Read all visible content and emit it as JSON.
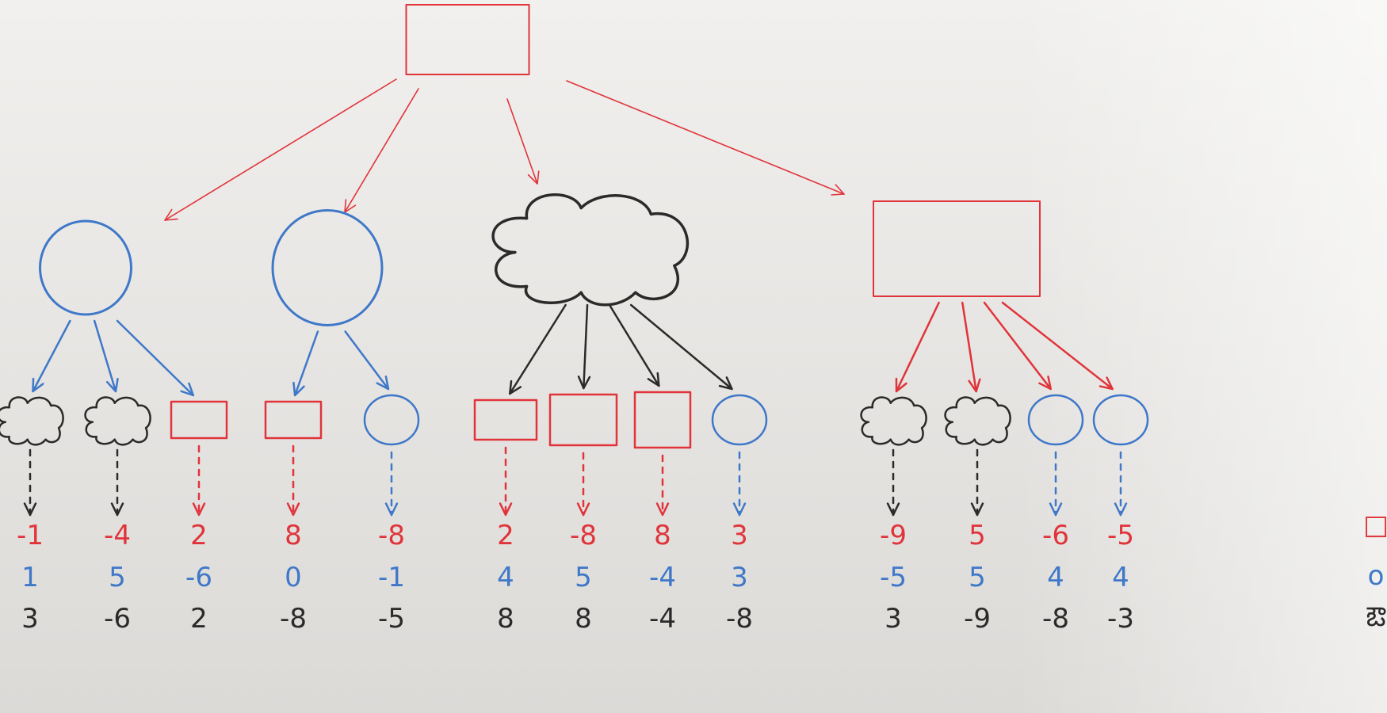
{
  "colors": {
    "board": "#e9e8e6",
    "red": "#e0343a",
    "blue": "#3f78c8",
    "black": "#2a2a2a",
    "frame": "#c9c9c9"
  },
  "tree": {
    "root": {
      "shape": "rectangle",
      "color": "red"
    },
    "level1": [
      {
        "shape": "circle",
        "color": "blue"
      },
      {
        "shape": "circle",
        "color": "blue"
      },
      {
        "shape": "cloud",
        "color": "black"
      },
      {
        "shape": "rectangle",
        "color": "red"
      }
    ],
    "leaves": [
      {
        "parent": 0,
        "shape": "cloud",
        "color": "black",
        "values": [
          "-1",
          "1",
          "3"
        ]
      },
      {
        "parent": 0,
        "shape": "cloud",
        "color": "black",
        "values": [
          "-4",
          "5",
          "-6"
        ]
      },
      {
        "parent": 0,
        "shape": "rectangle",
        "color": "red",
        "values": [
          "2",
          "-6",
          "2"
        ]
      },
      {
        "parent": 1,
        "shape": "rectangle",
        "color": "red",
        "values": [
          "8",
          "0",
          "-8"
        ]
      },
      {
        "parent": 1,
        "shape": "circle",
        "color": "blue",
        "values": [
          "-8",
          "-1",
          "-5"
        ]
      },
      {
        "parent": 2,
        "shape": "rectangle",
        "color": "red",
        "values": [
          "2",
          "4",
          "8"
        ]
      },
      {
        "parent": 2,
        "shape": "rectangle",
        "color": "red",
        "values": [
          "-8",
          "5",
          "8"
        ]
      },
      {
        "parent": 2,
        "shape": "rectangle",
        "color": "red",
        "values": [
          "8",
          "-4",
          "-4"
        ]
      },
      {
        "parent": 2,
        "shape": "circle",
        "color": "blue",
        "values": [
          "3",
          "3",
          "-8"
        ]
      },
      {
        "parent": 3,
        "shape": "cloud",
        "color": "black",
        "values": [
          "-9",
          "-5",
          "3"
        ]
      },
      {
        "parent": 3,
        "shape": "cloud",
        "color": "black",
        "values": [
          "5",
          "5",
          "-9"
        ]
      },
      {
        "parent": 3,
        "shape": "circle",
        "color": "blue",
        "values": [
          "-6",
          "4",
          "-8"
        ]
      },
      {
        "parent": 3,
        "shape": "circle",
        "color": "blue",
        "values": [
          "-5",
          "4",
          "-3"
        ]
      }
    ],
    "value_row_colors": [
      "red",
      "blue",
      "black"
    ]
  },
  "legend": {
    "items": [
      {
        "shape": "rectangle",
        "color": "red",
        "symbol": "□"
      },
      {
        "shape": "circle",
        "color": "blue",
        "symbol": "o"
      },
      {
        "shape": "cloud",
        "color": "black",
        "symbol": "ఔ"
      }
    ]
  }
}
